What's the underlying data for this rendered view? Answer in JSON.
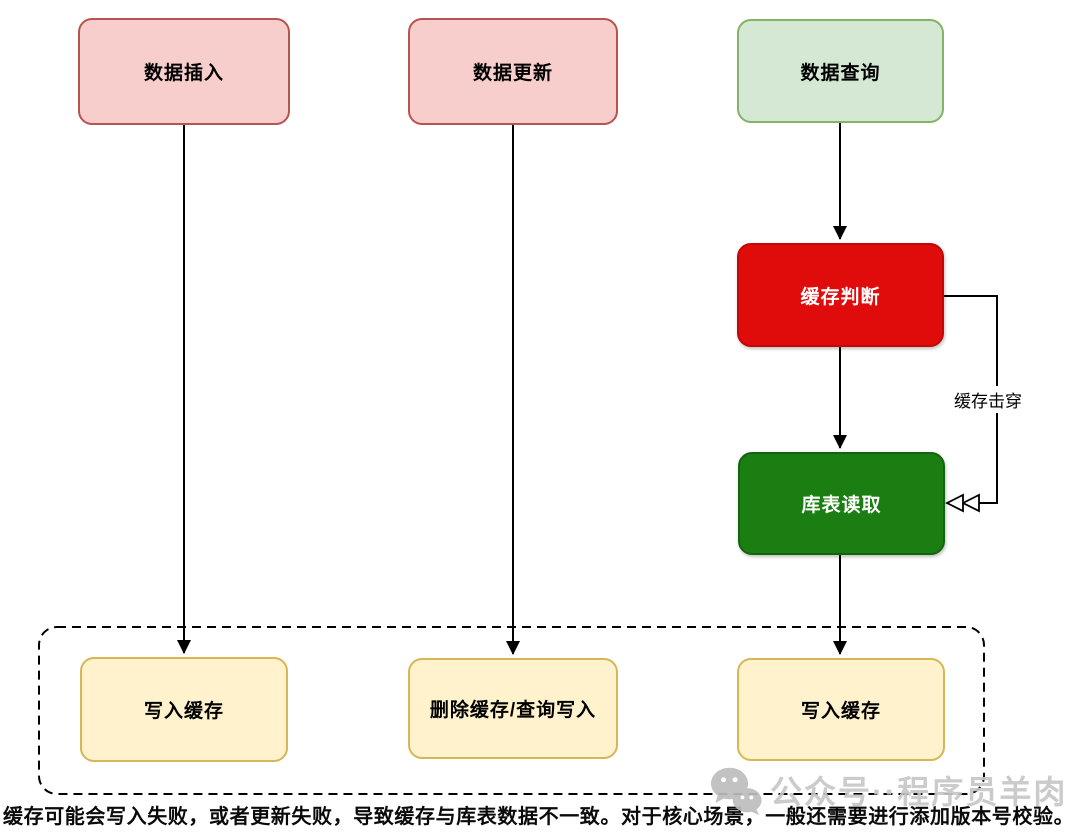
{
  "diagram": {
    "type": "flowchart",
    "nodes": [
      {
        "id": "insert",
        "label": "数据插入",
        "fill": "#f8cecc",
        "border": "#b85450",
        "text_color": "#000000"
      },
      {
        "id": "update",
        "label": "数据更新",
        "fill": "#f8cecc",
        "border": "#b85450",
        "text_color": "#000000"
      },
      {
        "id": "query",
        "label": "数据查询",
        "fill": "#d5e8d4",
        "border": "#82b366",
        "text_color": "#000000"
      },
      {
        "id": "cache_check",
        "label": "缓存判断",
        "fill": "#e00b0b",
        "border": "#c40606",
        "text_color": "#ffffff"
      },
      {
        "id": "db_read",
        "label": "库表读取",
        "fill": "#1b7e12",
        "border": "#146310",
        "text_color": "#ffffff"
      },
      {
        "id": "write_cache_left",
        "label": "写入缓存",
        "fill": "#fff2cc",
        "border": "#d6b656",
        "text_color": "#000000"
      },
      {
        "id": "delete_query_write",
        "label": "删除缓存/查询写入",
        "fill": "#fff2cc",
        "border": "#d6b656",
        "text_color": "#000000"
      },
      {
        "id": "write_cache_right",
        "label": "写入缓存",
        "fill": "#fff2cc",
        "border": "#d6b656",
        "text_color": "#000000"
      }
    ],
    "edges": [
      {
        "from": "insert",
        "to": "write_cache_left",
        "style": "arrow-down"
      },
      {
        "from": "update",
        "to": "delete_query_write",
        "style": "arrow-down"
      },
      {
        "from": "query",
        "to": "cache_check",
        "style": "arrow-down"
      },
      {
        "from": "cache_check",
        "to": "db_read",
        "style": "arrow-down"
      },
      {
        "from": "db_read",
        "to": "write_cache_right",
        "style": "arrow-down"
      },
      {
        "from": "cache_check",
        "to": "db_read",
        "style": "loop-right-double-open-arrow",
        "label": "缓存击穿"
      }
    ],
    "dashed_group": {
      "contains": [
        "write_cache_left",
        "delete_query_write",
        "write_cache_right"
      ]
    }
  },
  "caption": {
    "text": "缓存可能会写入失败，或者更新失败，导致缓存与库表数据不一致。对于核心场景，一般还需要进行添加版本号校验。"
  },
  "watermark": {
    "icon": "wechat-icon",
    "text": "公众号··程序员羊肉",
    "color": "#c7c7c7"
  },
  "colors": {
    "pink_fill": "#f8cecc",
    "pink_border": "#b85450",
    "lightgreen_fill": "#d5e8d4",
    "lightgreen_border": "#82b366",
    "red_fill": "#e00b0b",
    "darkgreen_fill": "#1b7e12",
    "yellow_fill": "#fff2cc",
    "yellow_border": "#d6b656",
    "line": "#000000"
  }
}
